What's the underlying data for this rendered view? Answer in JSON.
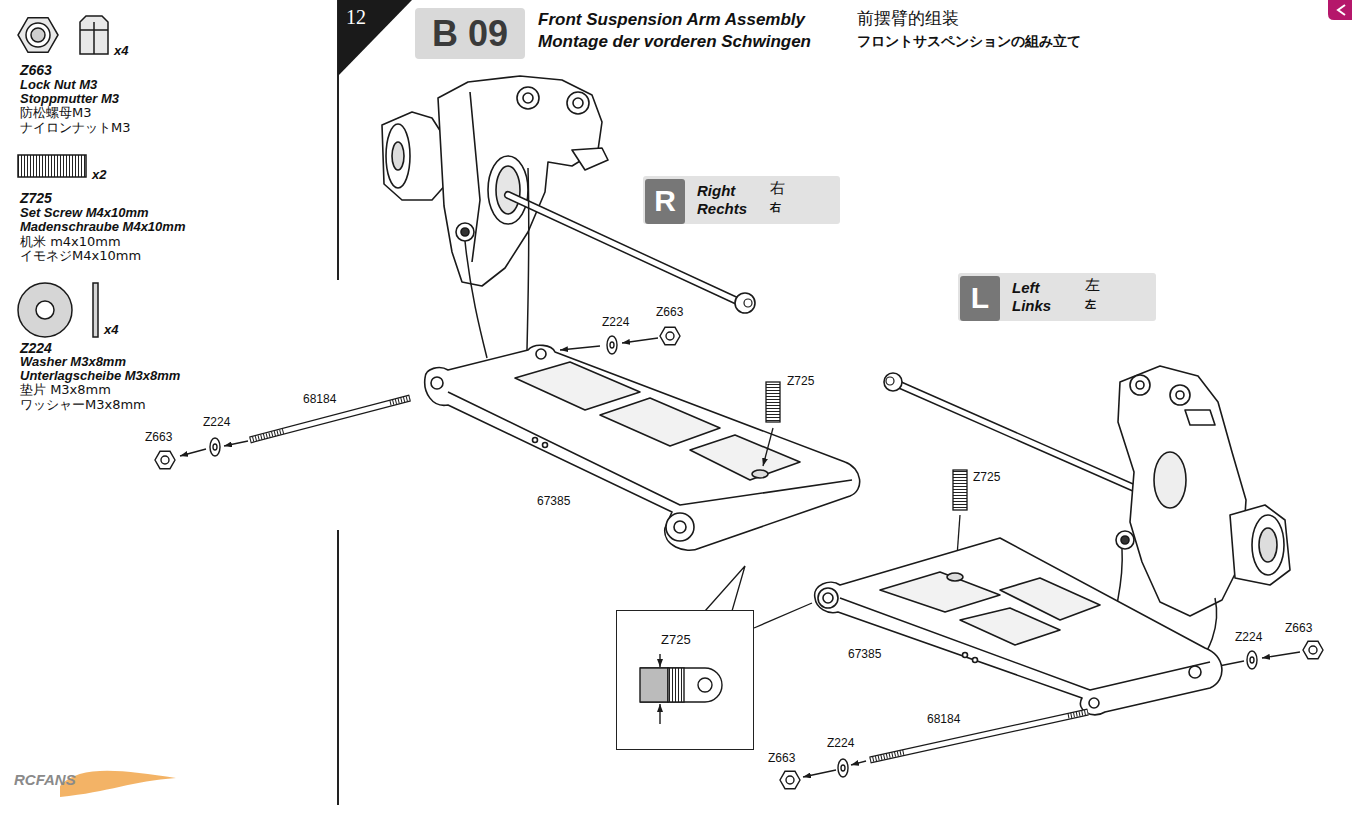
{
  "diagram": {
    "title": "Front Suspension Arm Assembly",
    "nodes": [
      {
        "text": [
          "B 09"
        ]
      },
      {
        "text": [
          "Right",
          "Rechts",
          "右",
          "右"
        ]
      },
      {
        "text": [
          "R"
        ],
        "in": 1
      },
      {
        "text": [
          "Left",
          "Links",
          "左",
          "左"
        ]
      },
      {
        "text": [
          "L"
        ],
        "in": 3
      },
      {
        "text": [
          "Z725"
        ]
      }
    ],
    "labels": [
      "12",
      "Montage der vorderen Schwingen",
      "前摆臂的组装",
      "フロントサスペンションの組み立て",
      "x4",
      "Z663",
      "Lock Nut M3",
      "Stoppmutter M3",
      "防松螺母M3",
      "ナイロンナットM3",
      "x2",
      "Z725",
      "Set Screw M4x10mm",
      "Madenschraube M4x10mm",
      "机米 m4x10mm",
      "イモネジM4x10mm",
      "x4",
      "Z224",
      "Washer M3x8mm",
      "Unterlagscheibe M3x8mm",
      "垫片 M3x8mm",
      "ワッシャーM3x8mm",
      "Z224",
      "Z663",
      "68184",
      "Z224",
      "Z663",
      "Z725",
      "67385",
      "Z725",
      "67385",
      "Z224",
      "Z663",
      "68184",
      "Z224",
      "Z663",
      "RCFANS"
    ]
  }
}
